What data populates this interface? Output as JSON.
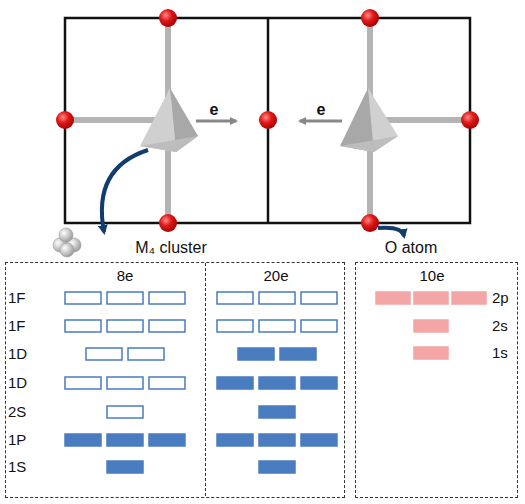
{
  "diagram": {
    "nodes": [
      {
        "text": [
          "M₄ cluster"
        ]
      },
      {
        "text": [
          "8e"
        ],
        "in": 0
      },
      {
        "text": [
          "20e"
        ],
        "in": 0
      },
      {
        "text": [
          "O atom",
          "10e"
        ]
      }
    ],
    "labels": [
      "e",
      "e",
      "1F",
      "1F",
      "1D",
      "1D",
      "2S",
      "1P",
      "1S",
      "2p",
      "2s",
      "1s"
    ]
  }
}
